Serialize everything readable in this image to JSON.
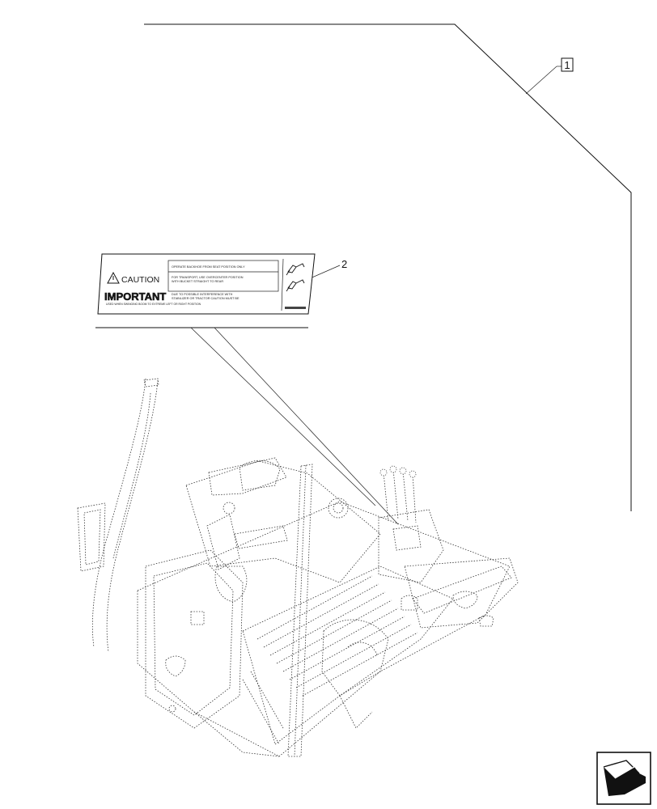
{
  "callouts": {
    "item_1": "1",
    "item_2": "2"
  },
  "decal": {
    "caution": "CAUTION",
    "important": "IMPORTANT",
    "line_1": "OPERATE BACKHOE FROM SEAT POSITION ONLY",
    "line_2": "FOR TRANSPORT, USE OVERCENTER POSITION",
    "line_3": "WITH BUCKET STRAIGHT TO REAR",
    "line_4": "DUE TO POSSIBLE INTERFERENCE WITH",
    "line_5": "STABILIZER OR TRACTOR CAUTION MUST BE",
    "line_6": "USED WHEN SWINGING BOOM TO EXTREME LEFT OR RIGHT POSITION"
  },
  "nav_icon": "next-page-arrow-icon"
}
